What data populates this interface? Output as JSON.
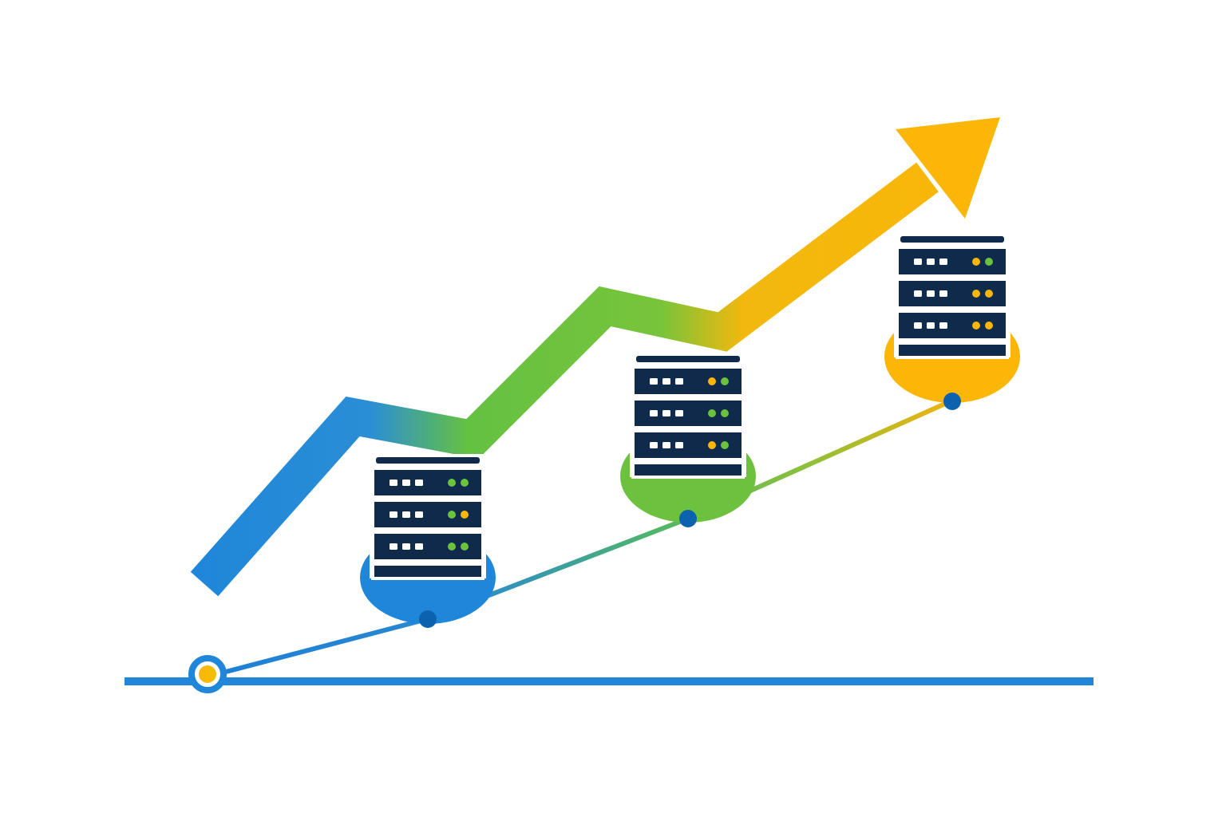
{
  "illustration": {
    "subject": "server growth",
    "icons": [
      "baseline-axis",
      "origin-node",
      "growth-arrow-icon",
      "trend-line",
      "server-rack-icon",
      "server-rack-icon",
      "server-rack-icon"
    ]
  },
  "colors": {
    "blue": "#1f86d9",
    "green": "#6cc23e",
    "yellow": "#fbb607",
    "navy": "#0f2a4a",
    "node_blue": "#0b63b0",
    "background": "#ffffff"
  },
  "servers": [
    {
      "name": "server-rack-1",
      "platform_color": "#1f86d9",
      "led_pairs": [
        [
          "#6cc23e",
          "#6cc23e"
        ],
        [
          "#6cc23e",
          "#fbb607"
        ],
        [
          "#6cc23e",
          "#6cc23e"
        ]
      ]
    },
    {
      "name": "server-rack-2",
      "platform_color": "#6cc23e",
      "led_pairs": [
        [
          "#fbb607",
          "#6cc23e"
        ],
        [
          "#6cc23e",
          "#6cc23e"
        ],
        [
          "#fbb607",
          "#6cc23e"
        ]
      ]
    },
    {
      "name": "server-rack-3",
      "platform_color": "#fbb607",
      "led_pairs": [
        [
          "#fbb607",
          "#6cc23e"
        ],
        [
          "#fbb607",
          "#fbb607"
        ],
        [
          "#fbb607",
          "#fbb607"
        ]
      ]
    }
  ]
}
